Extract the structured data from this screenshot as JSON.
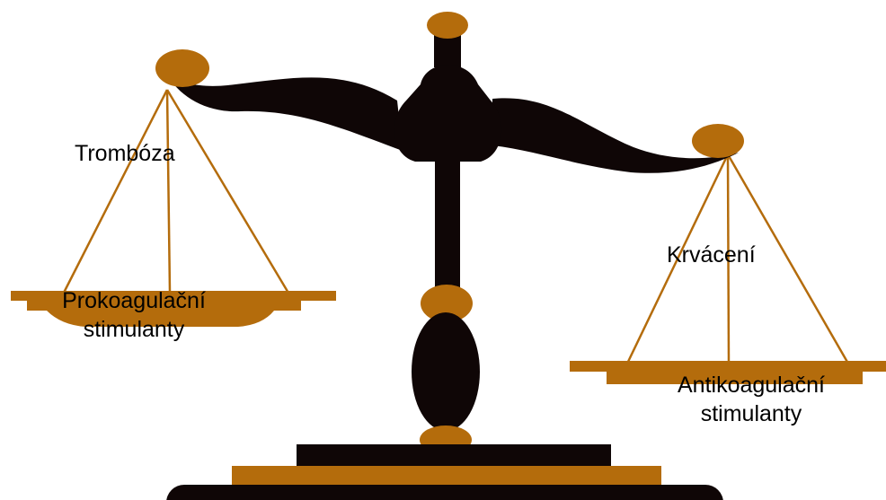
{
  "colors": {
    "dark": "#0f0606",
    "bronze": "#b46c0c",
    "background": "#ffffff"
  },
  "labels": {
    "left_top": "Trombóza",
    "right_top": "Krvácení",
    "left_pan_line1": "Prokoagulační",
    "left_pan_line2": "stimulanty",
    "right_pan_line1": "Antikoagulační",
    "right_pan_line2": "stimulanty"
  }
}
